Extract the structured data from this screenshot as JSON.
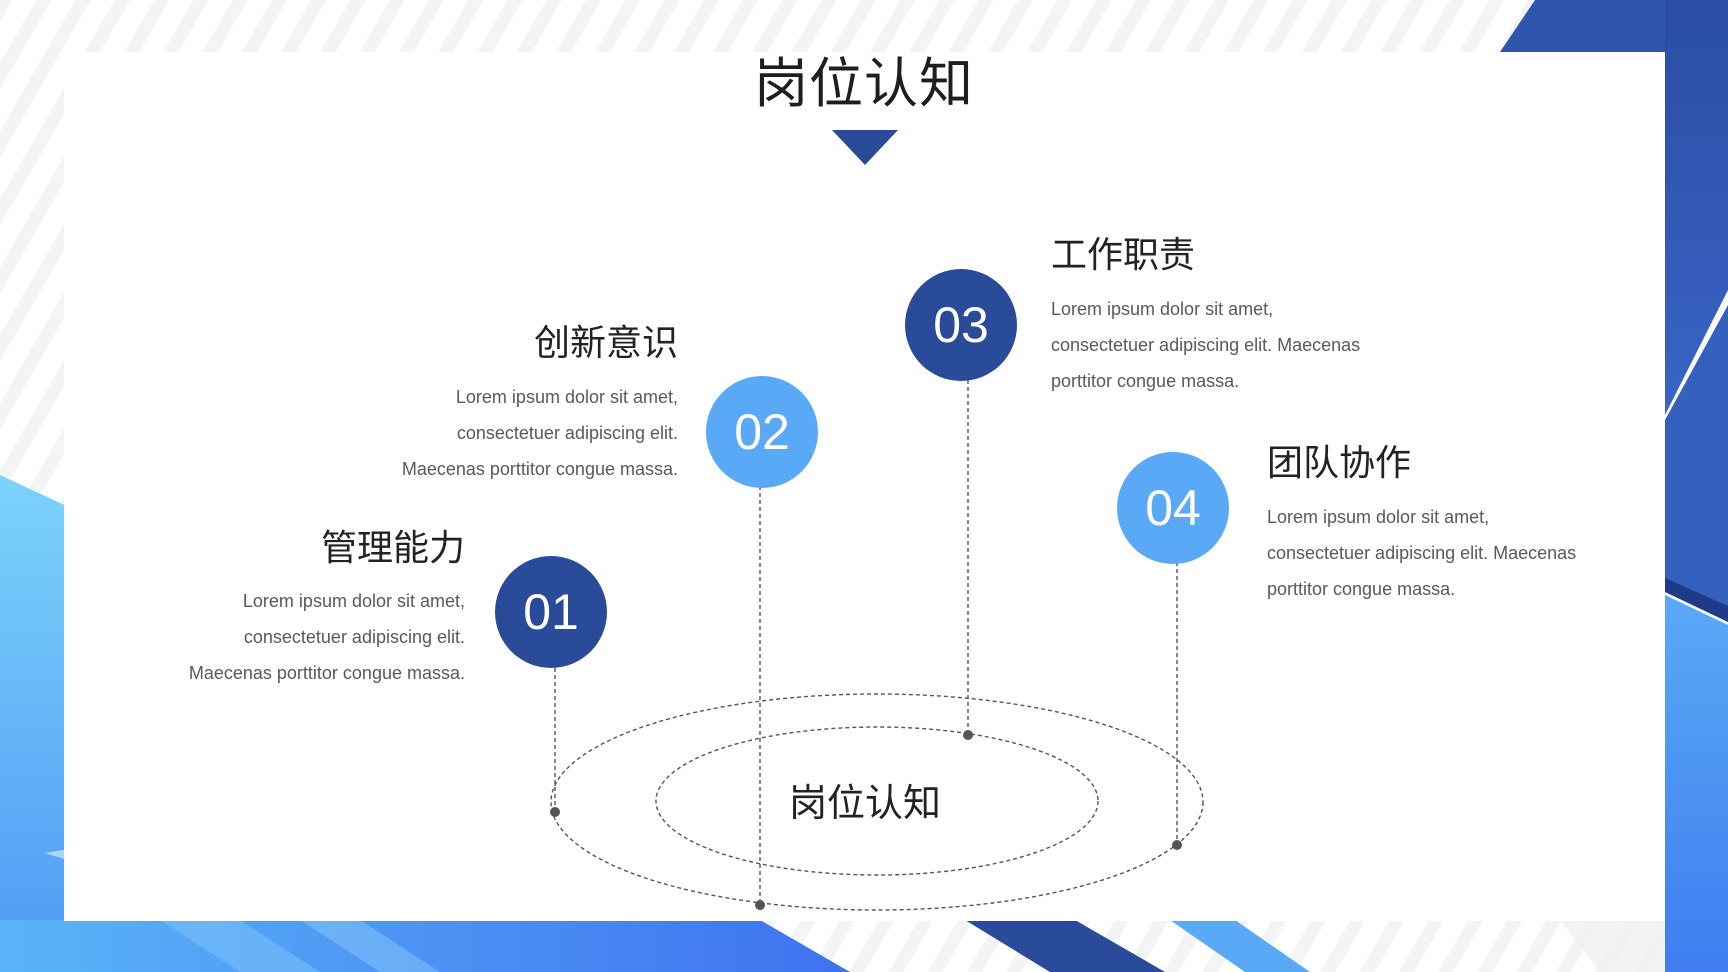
{
  "slide": {
    "title": "岗位认知",
    "center_label": "岗位认知"
  },
  "items": [
    {
      "number": "01",
      "title": "管理能力",
      "desc": [
        "Lorem ipsum dolor sit amet,",
        "consectetuer adipiscing elit.",
        "Maecenas porttitor congue massa."
      ]
    },
    {
      "number": "02",
      "title": "创新意识",
      "desc": [
        "Lorem ipsum dolor sit amet,",
        "consectetuer adipiscing elit.",
        "Maecenas porttitor congue massa."
      ]
    },
    {
      "number": "03",
      "title": "工作职责",
      "desc": [
        "Lorem ipsum dolor sit amet,",
        "consectetuer adipiscing elit. Maecenas",
        "porttitor congue massa."
      ]
    },
    {
      "number": "04",
      "title": "团队协作",
      "desc": [
        "Lorem ipsum dolor sit amet,",
        "consectetuer adipiscing elit. Maecenas",
        "porttitor congue massa."
      ]
    }
  ],
  "colors": {
    "dark_blue": "#2a4a9a",
    "light_blue": "#5aa9f6",
    "bright_blue": "#3f7df0",
    "cyan": "#7cd3fb"
  }
}
